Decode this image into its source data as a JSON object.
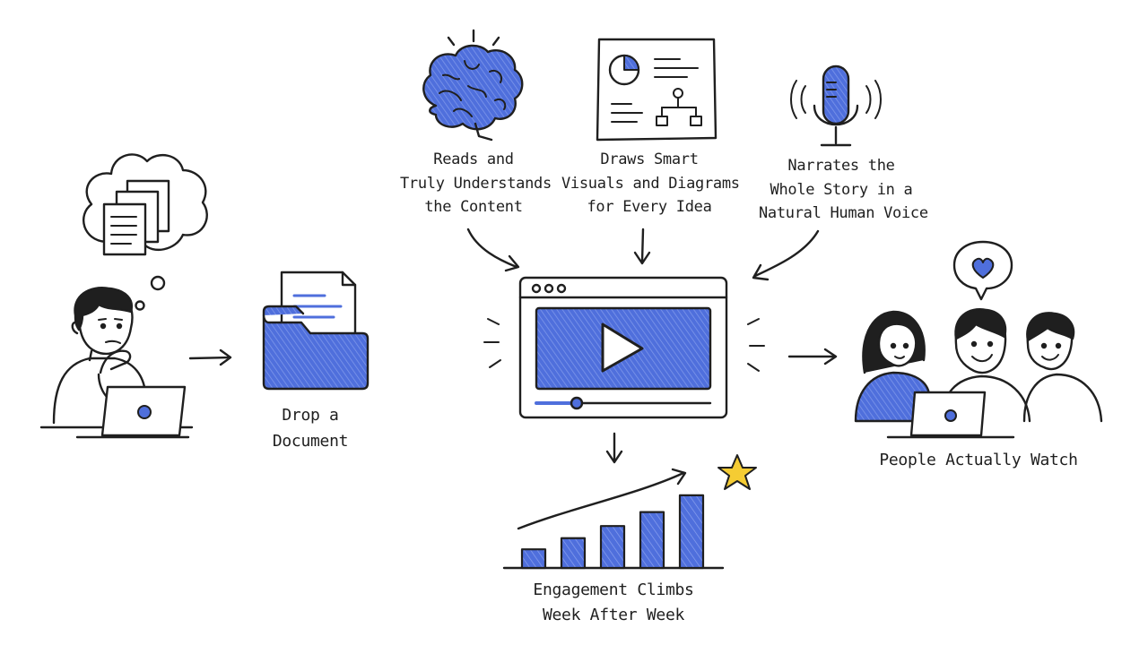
{
  "colors": {
    "ink": "#1f1f1f",
    "accent": "#4f6fdc",
    "accent_light": "#dfe6fb",
    "star": "#f5cc33"
  },
  "steps": {
    "reads": {
      "lines": [
        "Reads and",
        "Truly Understands",
        "the Content"
      ],
      "icon": "brain-icon"
    },
    "draws": {
      "lines": [
        "Draws Smart",
        "Visuals and Diagrams",
        "for Every Idea"
      ],
      "icon": "slide-diagram-icon"
    },
    "narrates": {
      "lines": [
        "Narrates the",
        "Whole Story in a",
        "Natural Human Voice"
      ],
      "icon": "microphone-icon"
    }
  },
  "drop": {
    "lines": [
      "Drop a",
      "Document"
    ],
    "icon": "folder-document-icon"
  },
  "engagement": {
    "lines": [
      "Engagement Climbs",
      "Week After Week"
    ],
    "icon": "bar-chart-icon",
    "bar_levels": [
      0.2,
      0.32,
      0.45,
      0.6,
      0.78
    ]
  },
  "audience": {
    "label": "People Actually Watch",
    "icon": "audience-icon"
  },
  "video": {
    "icon": "video-player-icon",
    "progress": 0.22
  }
}
